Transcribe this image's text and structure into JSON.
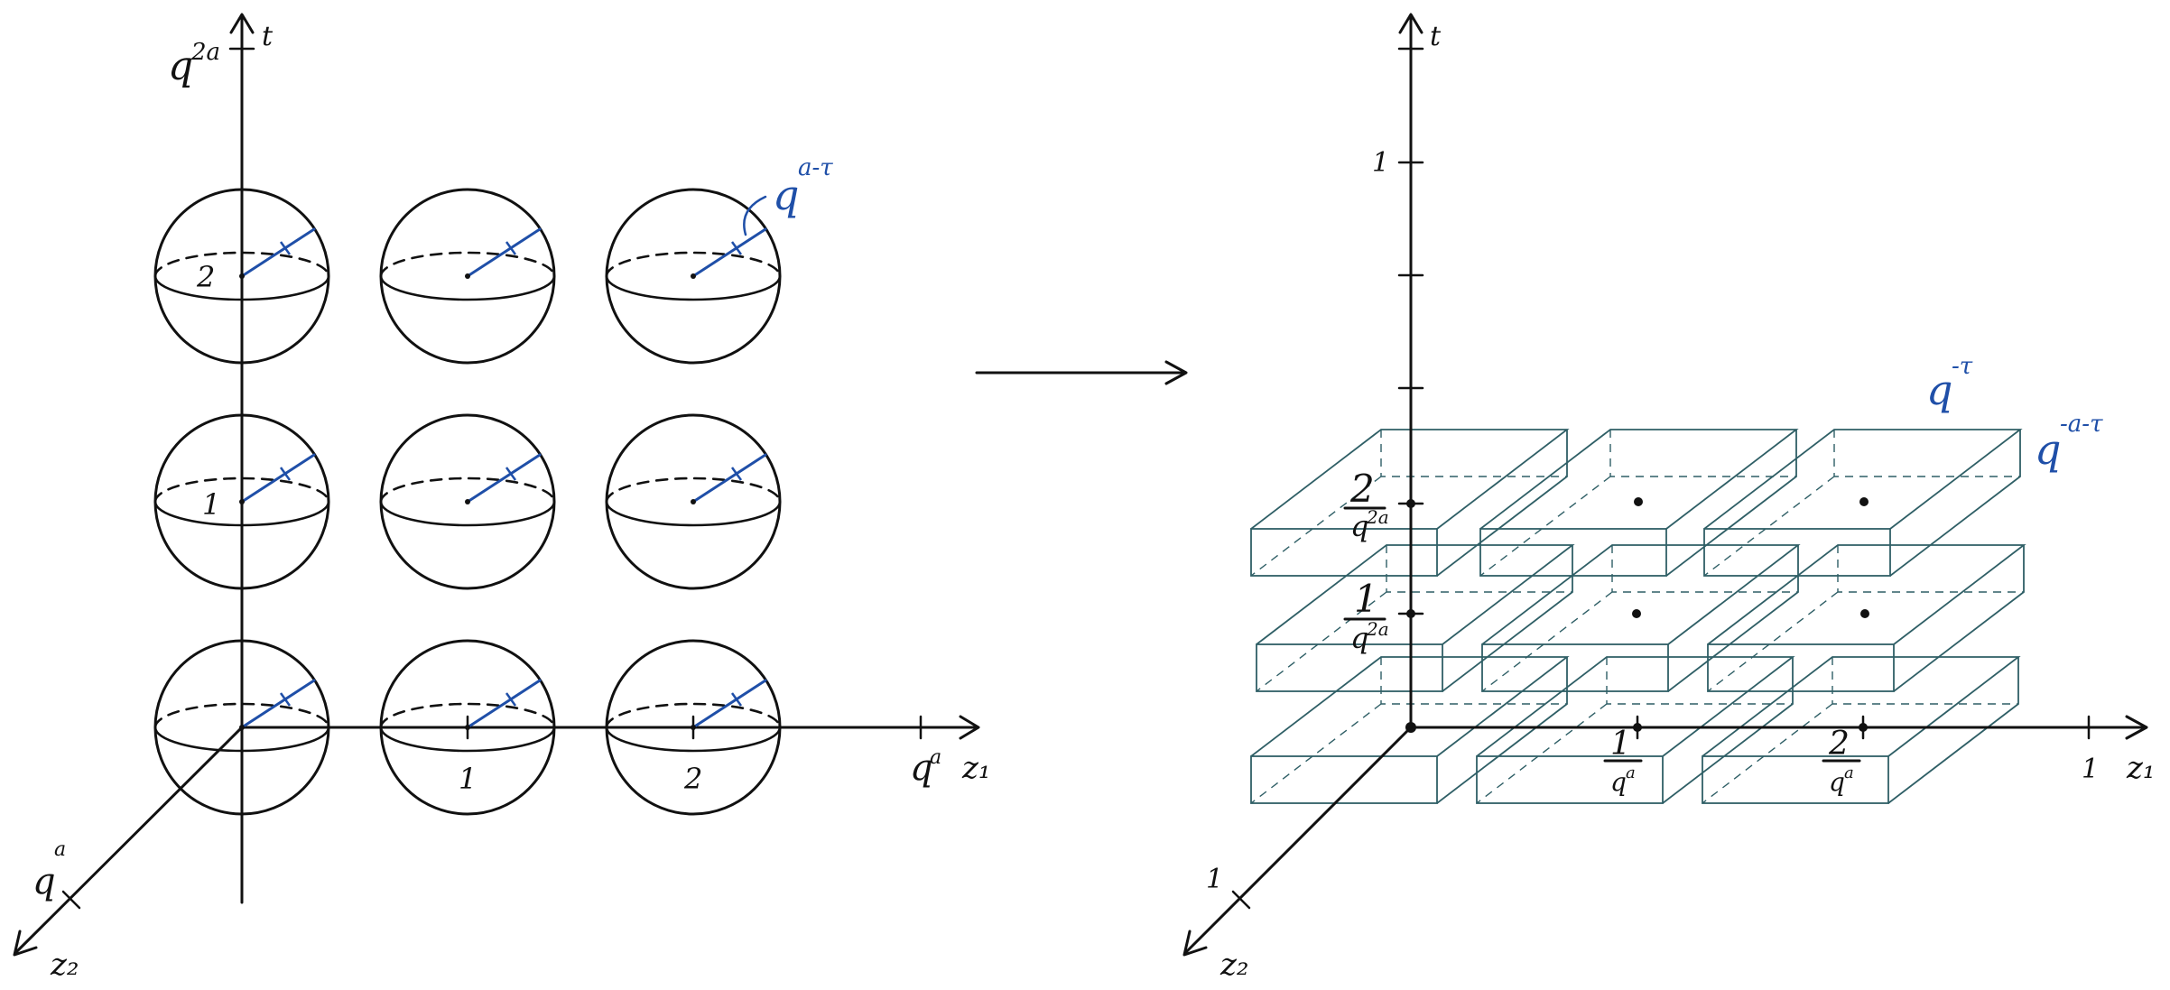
{
  "left_diagram": {
    "axis_t_label": "t",
    "axis_z1_label": "z₁",
    "axis_z2_label": "z₂",
    "t_tick_label": "q^2a",
    "z1_tick_label": "q^a",
    "z2_tick_label": "q^a",
    "row_labels": [
      "2",
      "1"
    ],
    "column_labels": [
      "1",
      "2"
    ],
    "radius_label": "q^a-τ",
    "colors": {
      "ink": "#111111",
      "radius": "#1f4fa8"
    }
  },
  "map_arrow": {
    "direction": "right"
  },
  "right_diagram": {
    "axis_t_label": "t",
    "axis_z1_label": "z₁",
    "axis_z2_label": "z₂",
    "t_tick_label": "1",
    "z1_end_label": "1",
    "z2_end_label": "1",
    "layer_labels": [
      {
        "numerator": "2",
        "denominator": "q^2a"
      },
      {
        "numerator": "1",
        "denominator": "q^2a"
      }
    ],
    "column_labels": [
      {
        "numerator": "1",
        "denominator": "q^a"
      },
      {
        "numerator": "2",
        "denominator": "q^a"
      }
    ],
    "thickness_label": "q^-τ",
    "width_label": "q^-a-τ",
    "colors": {
      "box": "#2f5f66",
      "annotation": "#1f4fa8"
    }
  }
}
